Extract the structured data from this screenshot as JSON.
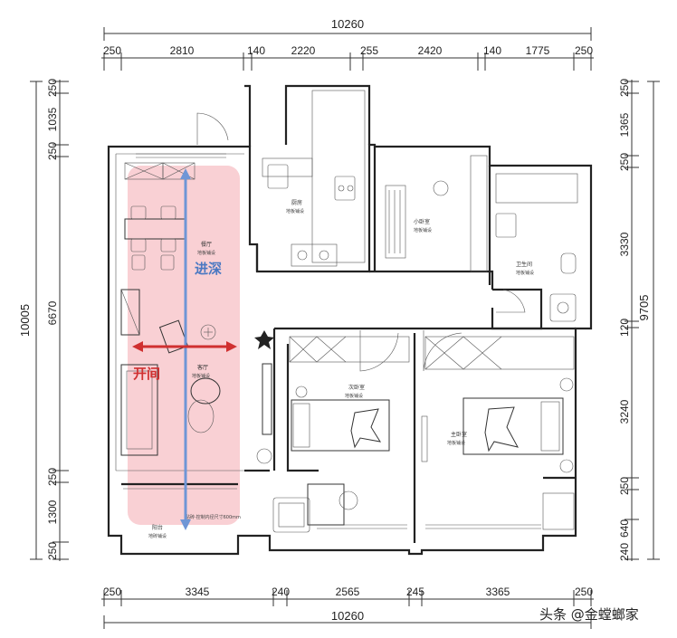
{
  "dimensions": {
    "top_total": "10260",
    "top_segments": [
      "250",
      "2810",
      "140",
      "2220",
      "255",
      "2420",
      "140",
      "1775",
      "250"
    ],
    "bottom_segments": [
      "250",
      "3345",
      "240",
      "2565",
      "245",
      "3365",
      "250"
    ],
    "bottom_total": "10260",
    "left_total": "10005",
    "left_segments": [
      "250",
      "1035",
      "250",
      "6670",
      "250",
      "1300",
      "250"
    ],
    "right_total": "9705",
    "right_segments": [
      "250",
      "1365",
      "250",
      "3330",
      "120",
      "3240",
      "250",
      "640",
      "240"
    ]
  },
  "rooms": {
    "dining": {
      "name": "餐厅",
      "floor": "地板铺设"
    },
    "kitchen": {
      "name": "厨房",
      "floor": "地板铺设"
    },
    "small_bedroom": {
      "name": "小卧室",
      "floor": "地板铺设"
    },
    "bathroom": {
      "name": "卫生间",
      "floor": "地板铺设"
    },
    "living": {
      "name": "客厅",
      "floor": "地板铺设"
    },
    "second_bedroom": {
      "name": "次卧室",
      "floor": "地板铺设"
    },
    "master_bedroom": {
      "name": "主卧室",
      "floor": "地板铺设"
    },
    "balcony": {
      "name": "阳台",
      "floor": "地砖铺设"
    },
    "balcony_note": "贴砖·控制内径尺寸600mm"
  },
  "annotations": {
    "depth": "进深",
    "width": "开间",
    "depth_color": "#4a78c2",
    "width_color": "#d03030",
    "highlight_color": "#f8c8cc"
  },
  "watermark": "头条 @金螳螂家"
}
